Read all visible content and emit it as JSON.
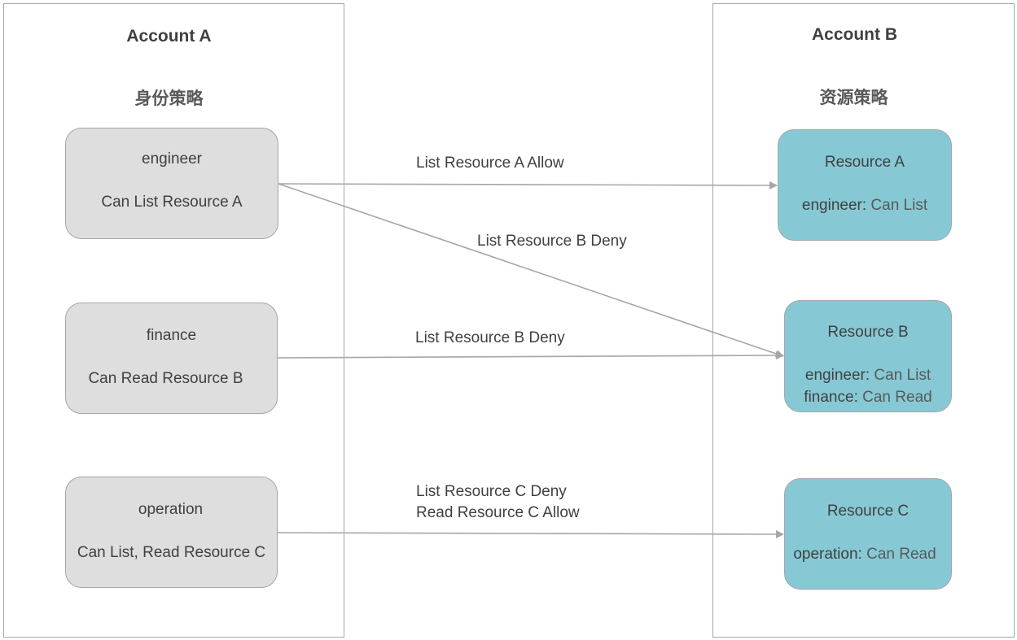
{
  "accounts": {
    "a": {
      "title": "Account A",
      "subtitle": "身份策略"
    },
    "b": {
      "title": "Account B",
      "subtitle": "资源策略"
    }
  },
  "identities": [
    {
      "name": "engineer",
      "policy": "Can List Resource A"
    },
    {
      "name": "finance",
      "policy": "Can Read Resource B"
    },
    {
      "name": "operation",
      "policy": "Can List, Read Resource C"
    }
  ],
  "resources": [
    {
      "name": "Resource A",
      "permissions": [
        {
          "principal": "engineer",
          "separator": ": ",
          "action": "Can List"
        }
      ]
    },
    {
      "name": "Resource B",
      "permissions": [
        {
          "principal": "engineer",
          "separator": ": ",
          "action": "Can List"
        },
        {
          "principal": "finance",
          "separator": ": ",
          "action": "Can Read"
        }
      ]
    },
    {
      "name": "Resource C",
      "permissions": [
        {
          "principal": "operation",
          "separator": ": ",
          "action": "Can Read"
        }
      ]
    }
  ],
  "edges": [
    {
      "from": "engineer",
      "to": "Resource A",
      "labels": [
        "List Resource A Allow"
      ]
    },
    {
      "from": "engineer",
      "to": "Resource B",
      "labels": [
        "List Resource B Deny"
      ]
    },
    {
      "from": "finance",
      "to": "Resource B",
      "labels": [
        "List Resource B Deny"
      ]
    },
    {
      "from": "operation",
      "to": "Resource C",
      "labels": [
        "List Resource C Deny",
        "Read Resource C Allow"
      ]
    }
  ],
  "colors": {
    "identity_fill": "#dedede",
    "resource_fill": "#86c9d5",
    "border": "#a6a6a6",
    "edge": "#a6a6a6",
    "text": "#404040"
  }
}
